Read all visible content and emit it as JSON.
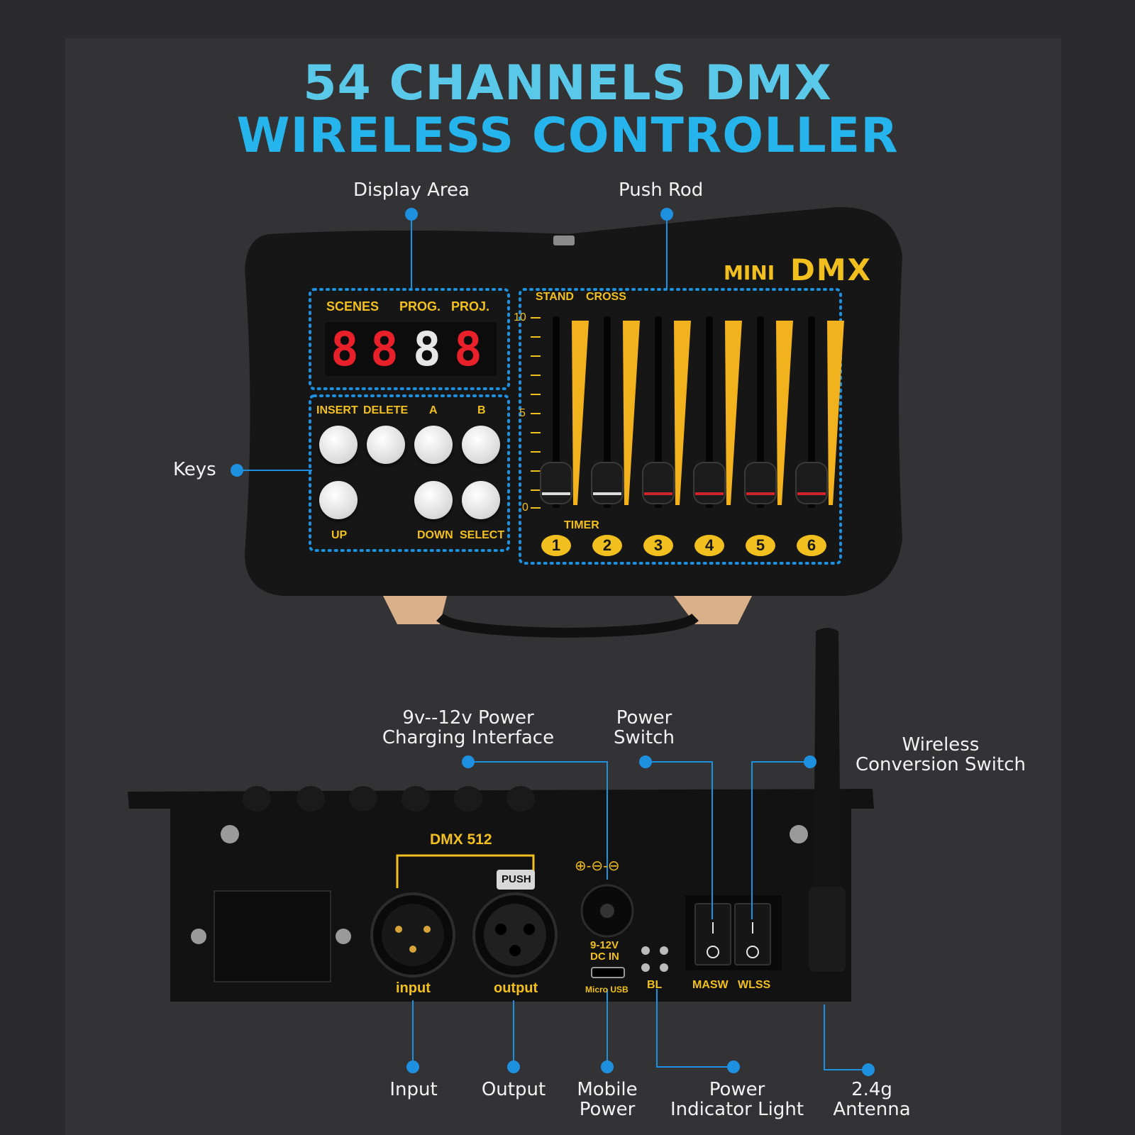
{
  "title": {
    "line1": "54 CHANNELS DMX",
    "line2": "WIRELESS CONTROLLER"
  },
  "callouts": {
    "display_area": "Display Area",
    "push_rod": "Push Rod",
    "keys": "Keys",
    "power_charging_l1": "9v--12v Power",
    "power_charging_l2": "Charging Interface",
    "power_switch_l1": "Power",
    "power_switch_l2": "Switch",
    "wireless_switch_l1": "Wireless",
    "wireless_switch_l2": "Conversion Switch",
    "input": "Input",
    "output": "Output",
    "mobile_power_l1": "Mobile",
    "mobile_power_l2": "Power",
    "indicator_l1": "Power",
    "indicator_l2": "Indicator Light",
    "antenna_l1": "2.4g",
    "antenna_l2": "Antenna"
  },
  "controller": {
    "brand_small": "MINI",
    "brand_large": "DMX",
    "display_labels": [
      "SCENES",
      "PROG.",
      "PROJ."
    ],
    "digits": [
      "8",
      "8",
      "8",
      "8"
    ],
    "key_labels_top": [
      "INSERT",
      "DELETE",
      "A",
      "B"
    ],
    "key_labels_bottom": [
      "UP",
      "DOWN",
      "SELECT"
    ],
    "fader_labels": [
      "STAND",
      "CROSS"
    ],
    "scale": [
      "10",
      "5",
      "0"
    ],
    "timer": "TIMER",
    "channels": [
      "1",
      "2",
      "3",
      "4",
      "5",
      "6"
    ]
  },
  "rear": {
    "dmx_label": "DMX  512",
    "push": "PUSH",
    "input": "input",
    "output": "output",
    "polarity": "⊕-⊖-⊖",
    "dc_l1": "9-12V",
    "dc_l2": "DC IN",
    "usb": "Micro USB",
    "bl": "BL",
    "masw": "MASW",
    "wlss": "WLSS"
  },
  "colors": {
    "accent": "#1e90e0",
    "title_light": "#5ac8e8",
    "title": "#25b4ec",
    "yellow": "#f2c01e",
    "led": "#e8202a"
  }
}
